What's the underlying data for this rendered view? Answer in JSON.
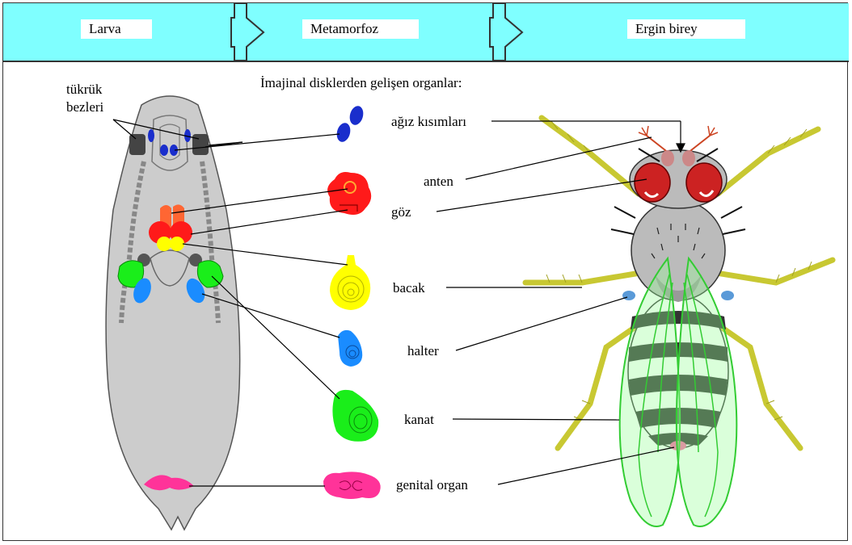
{
  "stages": [
    "Larva",
    "Metamorfoz",
    "Ergin birey"
  ],
  "heading": "İmajinal disklerden gelişen organlar:",
  "larva_label_line1": "tükrük",
  "larva_label_line2": "bezleri",
  "organs": [
    "ağız kısımları",
    "anten",
    "göz",
    "bacak",
    "halter",
    "kanat",
    "genital organ"
  ],
  "colors": {
    "banner": "#7fffff",
    "larva_body": "#cccccc",
    "mouth_disc": "#1a2ecc",
    "eye_disc": "#ff1a1a",
    "leg_disc": "#ffff00",
    "halter_disc": "#1a8cff",
    "wing_disc": "#1aee1a",
    "genital_disc": "#ff3399",
    "fly_legs": "#c8c832",
    "fly_wings": "#33cc33"
  }
}
